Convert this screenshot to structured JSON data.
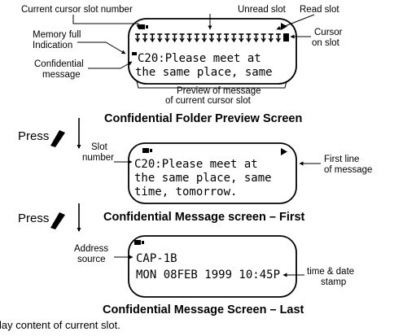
{
  "screen1": {
    "labels": {
      "current_cursor_slot_number": "Current cursor slot number",
      "unread_slot": "Unread slot",
      "read_slot": "Read slot",
      "memory_full_line1": "Memory full",
      "memory_full_line2": "Indication",
      "confidential_line1": "Confidential",
      "confidential_line2": "message",
      "cursor_line1": "Cursor",
      "cursor_line2": "on slot",
      "preview_line1": "Preview of message",
      "preview_line2": "of current cursor slot"
    },
    "lcd_line1": "C20:Please meet at",
    "lcd_line2": "the same place, same",
    "slot_count": 21,
    "caption": "Confidential Folder Preview Screen"
  },
  "press1": "Press",
  "screen2": {
    "labels": {
      "slot_number_line1": "Slot",
      "slot_number_line2": "number",
      "first_line_line1": "First line",
      "first_line_line2": "of message"
    },
    "lcd_line1": "C20:Please meet at",
    "lcd_line2": "the same place, same",
    "lcd_line3": "time, tomorrow.",
    "caption": "Confidential Message screen – First"
  },
  "press2": "Press",
  "screen3": {
    "labels": {
      "address_line1": "Address",
      "address_line2": "source",
      "stamp_line1": "time & date",
      "stamp_line2": "stamp"
    },
    "lcd_line1": "CAP-1B",
    "lcd_line2": "MON 08FEB 1999 10:45P",
    "caption": "Confidential Message Screen – Last"
  },
  "footer": "lay content of current slot."
}
